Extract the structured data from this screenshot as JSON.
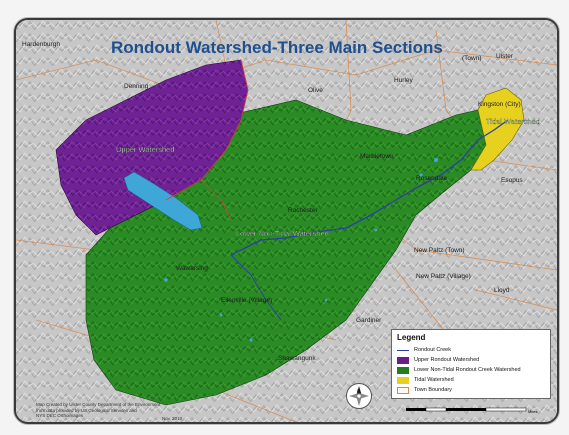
{
  "map": {
    "title": "Rondout Watershed-Three Main Sections",
    "colors": {
      "upper": "#6a1e8c",
      "lower": "#237d1e",
      "tidal": "#e6d21e",
      "relief": "#bdbdbd",
      "water": "#3fa7d8",
      "creek": "#2b3fa8",
      "town_boundary": "#d98a4a"
    },
    "towns": [
      {
        "name": "Hardenburgh"
      },
      {
        "name": "Denning"
      },
      {
        "name": "Olive"
      },
      {
        "name": "Hurley"
      },
      {
        "name": "Ulster"
      },
      {
        "name": "Kingston (City)"
      },
      {
        "name": "(Town)"
      },
      {
        "name": "Marbletown"
      },
      {
        "name": "Rosendale"
      },
      {
        "name": "Esopus"
      },
      {
        "name": "Rochester"
      },
      {
        "name": "Wawarsing"
      },
      {
        "name": "New Paltz (Town)"
      },
      {
        "name": "New Paltz (Village)"
      },
      {
        "name": "Lloyd"
      },
      {
        "name": "Ellenville (Village)"
      },
      {
        "name": "Gardiner"
      },
      {
        "name": "Shawangunk"
      }
    ],
    "watershed_labels": {
      "upper": "Upper Watershed",
      "lower": "Lower Non-Tidal Watershed",
      "tidal": "Tidal Watershed"
    }
  },
  "legend": {
    "title": "Legend",
    "items": [
      {
        "label": "Rondout Creek",
        "kind": "line",
        "color": "#2b3fa8"
      },
      {
        "label": "Upper Rondout Watershed",
        "kind": "fill",
        "color": "#6a1e8c"
      },
      {
        "label": "Lower Non-Tidal Rondout Creek Watershed",
        "kind": "fill",
        "color": "#237d1e"
      },
      {
        "label": "Tidal Watershed",
        "kind": "fill",
        "color": "#e6d21e"
      },
      {
        "label": "Town Boundary",
        "kind": "outline",
        "color": "#d98a4a"
      }
    ]
  },
  "credit": {
    "line1": "Map Created by Ulster County Department of the Environment",
    "line2": "from data provided by US Geological Services and",
    "line3": "NYS DEC Orthoimages",
    "year": "Nov. 2010"
  },
  "scale": {
    "unit": "Miles"
  },
  "north": {
    "letter": "N"
  }
}
